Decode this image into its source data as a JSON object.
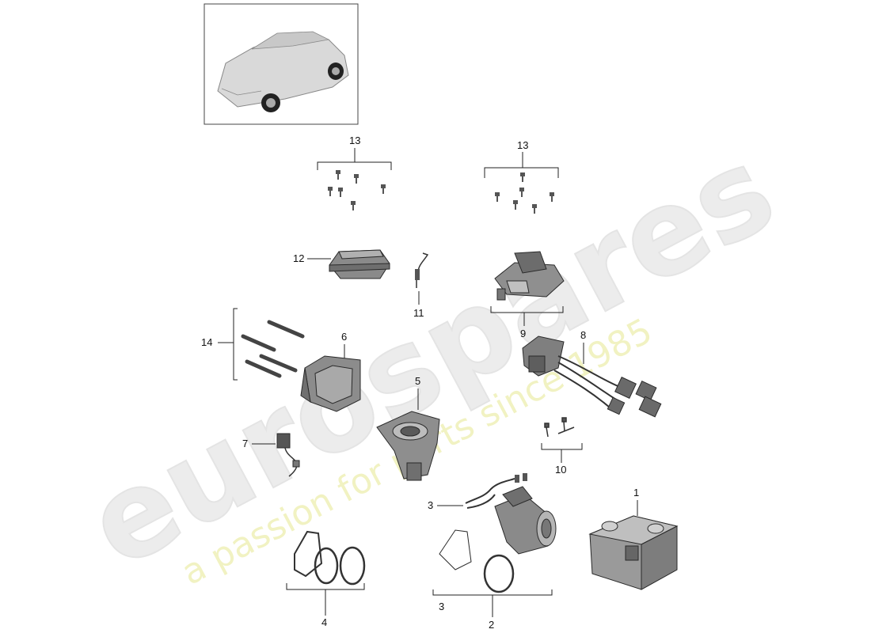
{
  "watermark": {
    "brand": "eurospares",
    "tagline": "a passion for parts since 1985"
  },
  "thumbnail": {
    "icon": "car-suv-thumbnail-icon"
  },
  "callouts": {
    "c1": "1",
    "c2": "2",
    "c3a": "3",
    "c3b": "3",
    "c4": "4",
    "c5": "5",
    "c6": "6",
    "c7": "7",
    "c8": "8",
    "c9": "9",
    "c10": "10",
    "c11": "11",
    "c12": "12",
    "c13a": "13",
    "c13b": "13",
    "c14": "14"
  },
  "parts": [
    {
      "ref": "1",
      "icon": "auxiliary-heater-unit-icon"
    },
    {
      "ref": "2",
      "icon": "exhaust-pipe-icon"
    },
    {
      "ref": "3",
      "icon": "fuel-line-icon"
    },
    {
      "ref": "4",
      "icon": "gasket-set-icon"
    },
    {
      "ref": "5",
      "icon": "combustion-chamber-housing-icon"
    },
    {
      "ref": "6",
      "icon": "bracket-housing-icon"
    },
    {
      "ref": "7",
      "icon": "sensor-connector-icon"
    },
    {
      "ref": "8",
      "icon": "wiring-harness-icon"
    },
    {
      "ref": "9",
      "icon": "holder-bracket-icon"
    },
    {
      "ref": "10",
      "icon": "clamp-set-icon"
    },
    {
      "ref": "11",
      "icon": "wire-clip-icon"
    },
    {
      "ref": "12",
      "icon": "control-unit-icon"
    },
    {
      "ref": "13",
      "icon": "screw-set-icon"
    },
    {
      "ref": "14",
      "icon": "bolt-set-icon"
    }
  ]
}
